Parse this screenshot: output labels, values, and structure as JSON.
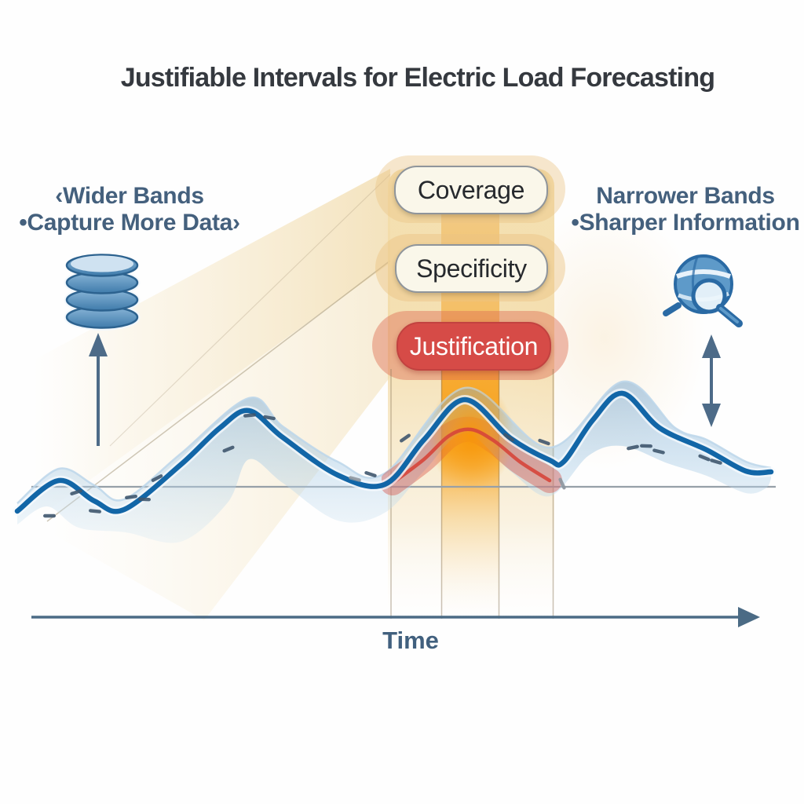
{
  "title": "Justifiable Intervals for Electric Load Forecasting",
  "left_label": {
    "line1": "‹Wider Bands",
    "line2": "•Capture More Data›"
  },
  "right_label": {
    "line1": "Narrower Bands",
    "line2": "•Sharper Information"
  },
  "pills": [
    {
      "label": "Coverage",
      "style": "cream"
    },
    {
      "label": "Specificity",
      "style": "cream"
    },
    {
      "label": "Justification",
      "style": "red"
    }
  ],
  "axis": {
    "label": "Time"
  },
  "icons": {
    "left": "database-icon",
    "right": "globe-magnifier-icon",
    "left_arrow": "up-arrow",
    "right_arrow": "double-vertical-arrow",
    "axis_arrow": "right-arrow"
  },
  "colors": {
    "title": "#35393f",
    "label": "#44607d",
    "line": "#1266a7",
    "band_dark": "#7daad0",
    "band_light": "#d6e8f4",
    "column": "#f2d9a8",
    "column_inner": "#f6a81f",
    "glow": "#f8990e",
    "red": "#d64b47",
    "cream_pill": "#faf7ea",
    "baseline": "#97a0a8",
    "axis": "#4b6b85",
    "icon_blue": "#2d6ba6",
    "sketch": "#3f566e",
    "sketch_gray": "#8d969e"
  },
  "chart_data": {
    "type": "line",
    "title": "Justifiable Intervals for Electric Load Forecasting",
    "xlabel": "Time",
    "ylabel": "",
    "legend": [],
    "baseline_y": 620,
    "highlight_column": {
      "outer_x": [
        494,
        706
      ],
      "inner_x": [
        562,
        636
      ],
      "top_y": 215,
      "bottom_y": 790
    },
    "series": [
      {
        "name": "forecast-mean",
        "color": "#1266a7",
        "points": [
          [
            22,
            651
          ],
          [
            75,
            612
          ],
          [
            120,
            638
          ],
          [
            158,
            649
          ],
          [
            230,
            592
          ],
          [
            280,
            545
          ],
          [
            317,
            523
          ],
          [
            360,
            557
          ],
          [
            430,
            605
          ],
          [
            490,
            617
          ],
          [
            540,
            560
          ],
          [
            592,
            509
          ],
          [
            650,
            558
          ],
          [
            700,
            586
          ],
          [
            718,
            588
          ],
          [
            755,
            535
          ],
          [
            793,
            501
          ],
          [
            840,
            545
          ],
          [
            900,
            573
          ],
          [
            950,
            600
          ],
          [
            982,
            601
          ]
        ]
      },
      {
        "name": "band-top",
        "color": "#bcd6ea",
        "points": [
          [
            22,
            641
          ],
          [
            75,
            597
          ],
          [
            120,
            618
          ],
          [
            158,
            636
          ],
          [
            230,
            578
          ],
          [
            317,
            507
          ],
          [
            360,
            543
          ],
          [
            430,
            588
          ],
          [
            490,
            603
          ],
          [
            592,
            494
          ],
          [
            700,
            570
          ],
          [
            793,
            486
          ],
          [
            860,
            545
          ],
          [
            900,
            560
          ],
          [
            950,
            588
          ],
          [
            982,
            596
          ]
        ]
      },
      {
        "name": "band-bottom",
        "color": "#d6e8f4",
        "points": [
          [
            22,
            668
          ],
          [
            60,
            645
          ],
          [
            100,
            672
          ],
          [
            160,
            678
          ],
          [
            230,
            690
          ],
          [
            290,
            640
          ],
          [
            317,
            585
          ],
          [
            360,
            615
          ],
          [
            430,
            663
          ],
          [
            490,
            653
          ],
          [
            540,
            600
          ],
          [
            592,
            552
          ],
          [
            650,
            600
          ],
          [
            700,
            632
          ],
          [
            750,
            580
          ],
          [
            793,
            568
          ],
          [
            850,
            590
          ],
          [
            900,
            606
          ],
          [
            950,
            628
          ],
          [
            975,
            622
          ],
          [
            982,
            610
          ]
        ]
      },
      {
        "name": "justification-highlight",
        "color": "#d6453a",
        "points": [
          [
            500,
            615
          ],
          [
            540,
            585
          ],
          [
            572,
            555
          ],
          [
            600,
            547
          ],
          [
            630,
            562
          ],
          [
            662,
            588
          ],
          [
            700,
            612
          ]
        ]
      }
    ]
  },
  "sketch_marks": {
    "blue": [
      [
        63,
        657,
        0
      ],
      [
        97,
        627,
        -18
      ],
      [
        121,
        651,
        6
      ],
      [
        167,
        633,
        -8
      ],
      [
        184,
        636,
        2
      ],
      [
        200,
        609,
        -28
      ],
      [
        291,
        572,
        -22
      ],
      [
        318,
        529,
        -5
      ],
      [
        343,
        532,
        10
      ],
      [
        472,
        604,
        18
      ],
      [
        516,
        558,
        -35
      ],
      [
        648,
        557,
        35
      ],
      [
        693,
        563,
        20
      ],
      [
        806,
        570,
        -12
      ],
      [
        823,
        568,
        2
      ],
      [
        839,
        575,
        14
      ],
      [
        897,
        583,
        22
      ],
      [
        912,
        588,
        16
      ]
    ],
    "gray": [
      [
        716,
        616,
        65
      ],
      [
        452,
        610,
        15
      ]
    ]
  }
}
